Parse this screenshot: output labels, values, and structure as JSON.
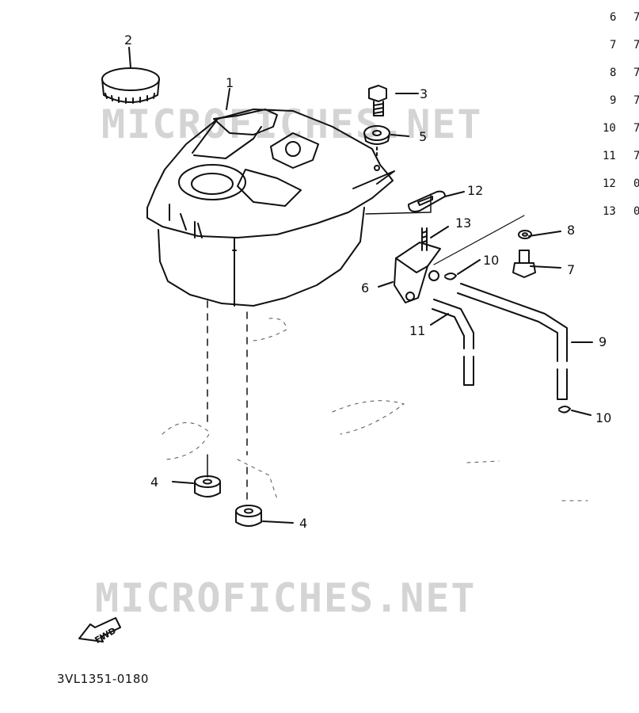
{
  "watermark": {
    "text": "MICROFICHES.NET"
  },
  "diagram_code": "3VL1351-0180",
  "fwd_label": "FWD",
  "callouts": [
    "1",
    "2",
    "3",
    "5",
    "12",
    "13",
    "8",
    "10",
    "7",
    "6",
    "11",
    "9",
    "10",
    "4",
    "4"
  ],
  "parts_list": [
    {
      "no": "6",
      "code": "7"
    },
    {
      "no": "7",
      "code": "7"
    },
    {
      "no": "8",
      "code": "7"
    },
    {
      "no": "9",
      "code": "7"
    },
    {
      "no": "10",
      "code": "7"
    },
    {
      "no": "11",
      "code": "7"
    },
    {
      "no": "12",
      "code": "0"
    },
    {
      "no": "13",
      "code": "0"
    }
  ],
  "colors": {
    "ink": "#111111",
    "watermark": "#d4d4d4",
    "background": "#ffffff"
  }
}
